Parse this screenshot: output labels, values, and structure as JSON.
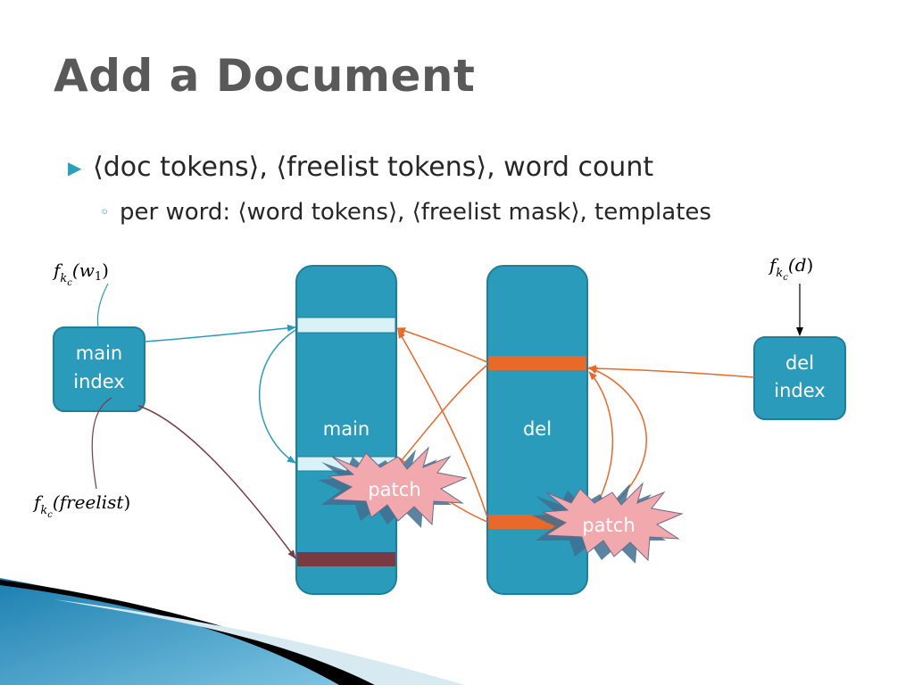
{
  "slide": {
    "title": "Add a Document",
    "bullets": [
      {
        "text": "⟨doc tokens⟩, ⟨freelist tokens⟩, word count"
      }
    ],
    "sub_bullets": [
      {
        "text": "per word: ⟨word tokens⟩, ⟨freelist mask⟩, templates"
      }
    ]
  },
  "diagram": {
    "main_index": {
      "line1": "main",
      "line2": "index"
    },
    "del_index": {
      "line1": "del",
      "line2": "index"
    },
    "main_column": "main",
    "del_column": "del",
    "patch_left": "patch",
    "patch_right": "patch",
    "label_w1": {
      "f": "f",
      "sub": "k",
      "subsub": "c",
      "arg": "(w",
      "argsub": "1",
      "close": ")"
    },
    "label_d": {
      "f": "f",
      "sub": "k",
      "subsub": "c",
      "arg": "(d",
      "close": ")"
    },
    "label_freelist": {
      "f": "f",
      "sub": "k",
      "subsub": "c",
      "arg": "(freelist",
      "close": ")"
    }
  },
  "colors": {
    "teal": "#2b9bbb",
    "teal_border": "#1f7f9a",
    "light_slot": "#d9f2f8",
    "orange": "#e8692a",
    "maroon": "#7a3a44",
    "patch_fill": "#f2a9ae",
    "patch_shadow": "#3f6f8f"
  }
}
